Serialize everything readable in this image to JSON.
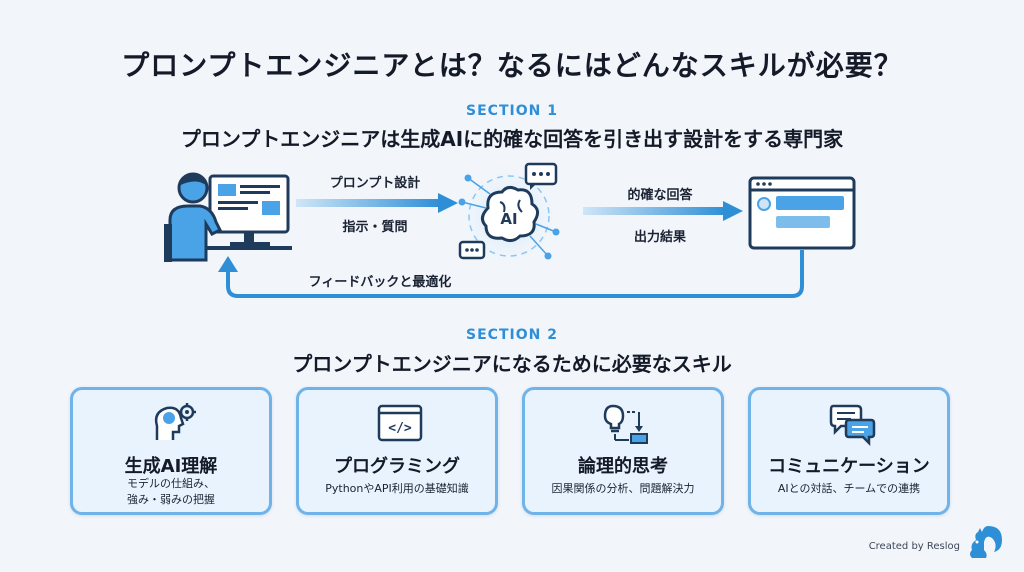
{
  "title": "プロンプトエンジニアとは？なるにはどんなスキルが必要？",
  "section1": {
    "label": "SECTION 1",
    "heading": "プロンプトエンジニアは生成AIに的確な回答を引き出す設計をする専門家",
    "input_label_1": "プロンプト設計",
    "input_label_2": "指示・質問",
    "ai_label": "AI",
    "output_label_1": "的確な回答",
    "output_label_2": "出力結果",
    "feedback_label": "フィードバックと最適化"
  },
  "section2": {
    "label": "SECTION 2",
    "heading": "プロンプトエンジニアになるために必要なスキル",
    "cards": [
      {
        "icon": "brain-gear-icon",
        "title": "生成AI理解",
        "desc_line1": "モデルの仕組み、",
        "desc_line2": "強み・弱みの把握"
      },
      {
        "icon": "code-window-icon",
        "title": "プログラミング",
        "desc_line1": "PythonやAPI利用の基礎知識",
        "desc_line2": ""
      },
      {
        "icon": "lightbulb-flow-icon",
        "title": "論理的思考",
        "desc_line1": "因果関係の分析、問題解決力",
        "desc_line2": ""
      },
      {
        "icon": "chat-bubbles-icon",
        "title": "コミュニケーション",
        "desc_line1": "AIとの対話、チームでの連携",
        "desc_line2": ""
      }
    ]
  },
  "credit": "Created by Reslog",
  "colors": {
    "accent": "#2f8fd6",
    "dark": "#1f3b5c",
    "card_bg": "#e9f3fd",
    "card_border": "#6fb3e9"
  }
}
